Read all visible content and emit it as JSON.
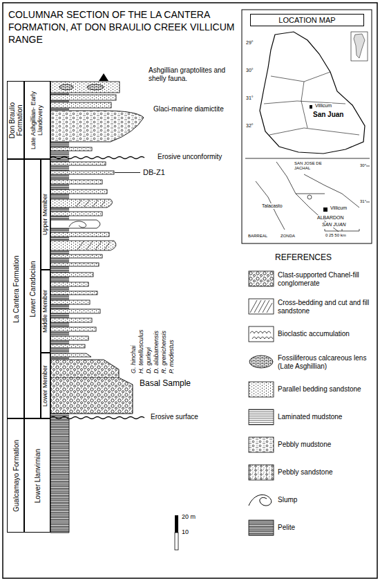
{
  "diagram": {
    "title": "COLUMNAR SECTION OF THE LA CANTERA FORMATION, AT DON BRAULIO CREEK VILLICUM RANGE",
    "nodes": [
      {
        "text": [
          "Don Braulio Formation"
        ]
      },
      {
        "text": [
          "Late Ashgillian- Early Llandovery"
        ]
      },
      {
        "text": [
          "La Cantera Formation"
        ]
      },
      {
        "text": [
          "Lower Caradocian"
        ]
      },
      {
        "text": [
          "Upper Member"
        ]
      },
      {
        "text": [
          "Middle Member"
        ]
      },
      {
        "text": [
          "Lower Member"
        ]
      },
      {
        "text": [
          "Gualcamayo Formation"
        ]
      },
      {
        "text": [
          "Lower Llanvirnian"
        ]
      },
      {
        "text": [
          "LOCATION MAP"
        ]
      }
    ],
    "labels": [
      "Ashgillian graptolites and shelly fauna.",
      "Glaci-marine diamictite",
      "Erosive unconformity",
      "DB-Z1",
      "G. hinchai",
      "H. tenellusculus",
      "D. gurleyi",
      "D. alabamensis",
      "R. grenichensis",
      "P. modestus",
      "Basal Sample",
      "Erosive surface",
      "20 m",
      "10",
      "29°",
      "30°",
      "31°",
      "32°",
      "Villicum",
      "San Juan",
      "SAN JOSE DE JACHAL",
      "30°",
      "31°",
      "Talacasto",
      "Villicum",
      "ALBARDON",
      "SAN JUAN",
      "BARREAL",
      "ZONDA",
      "0 25 50 km",
      "REFERENCES"
    ],
    "legend": [
      {
        "text": "Clast-supported Chanel-fill conglomerate"
      },
      {
        "text": "Cross-bedding and cut and fill sandstone"
      },
      {
        "text": "Bioclastic accumulation"
      },
      {
        "text": "Fossiliferous calcareous lens (Late Asghillian)"
      },
      {
        "text": "Parallel bedding sandstone"
      },
      {
        "text": "Laminated mudstone"
      },
      {
        "text": "Pebbly mudstone"
      },
      {
        "text": "Pebbly sandstone"
      },
      {
        "text": "Slump"
      },
      {
        "text": "Pelite"
      }
    ]
  }
}
